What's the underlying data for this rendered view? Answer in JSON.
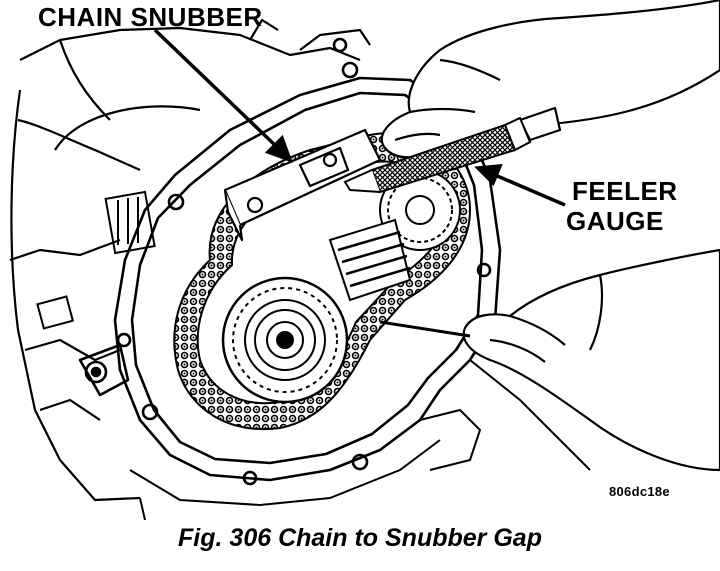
{
  "labels": {
    "chain_snubber": "CHAIN SNUBBER",
    "feeler_line1": "FEELER",
    "feeler_line2": "GAUGE"
  },
  "figure_id": "806dc18e",
  "caption": "Fig. 306 Chain to Snubber Gap",
  "colors": {
    "ink": "#000000",
    "paper": "#ffffff"
  }
}
